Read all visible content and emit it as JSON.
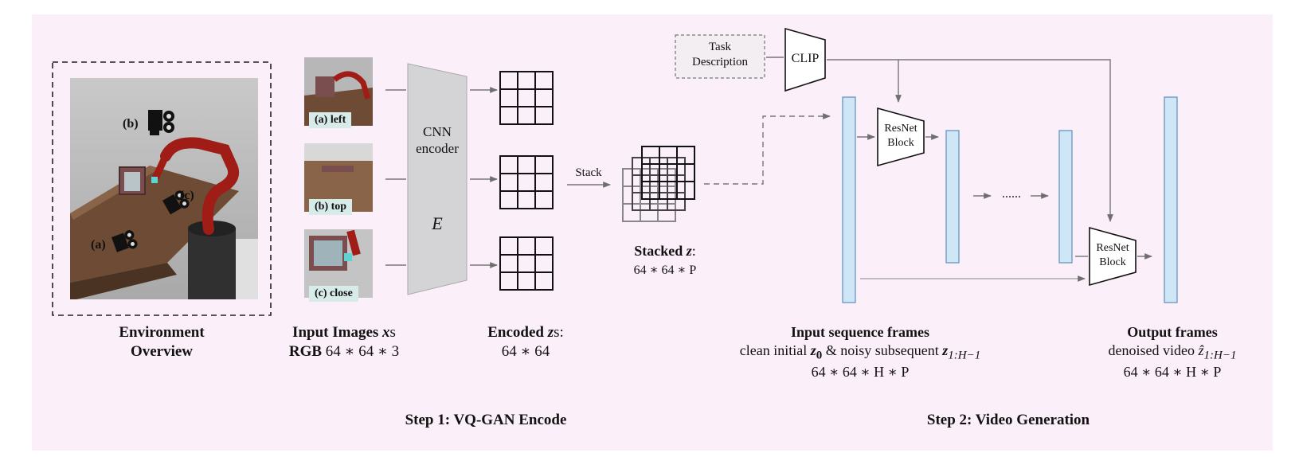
{
  "env": {
    "title_line1": "Environment",
    "title_line2": "Overview",
    "cam_b": "(b)",
    "cam_c": "(c)",
    "cam_a": "(a)"
  },
  "inputs": {
    "view_a": "(a) left",
    "view_b": "(b) top",
    "view_c": "(c) close",
    "caption_bold": "Input Images ",
    "caption_var": "x",
    "caption_suffix": "s",
    "rgb_bold": "RGB",
    "rgb_dims": "64 ∗ 64 ∗ 3"
  },
  "encoder": {
    "label_line1": "CNN",
    "label_line2": "encoder",
    "symbol": "E"
  },
  "encoded": {
    "caption_bold": "Encoded ",
    "caption_var": "z",
    "caption_suffix": "s:",
    "dims": "64 ∗ 64"
  },
  "stack": {
    "arrow_label": "Stack",
    "caption_bold": "Stacked ",
    "caption_var": "z",
    "caption_colon": ":",
    "dims": "64 ∗ 64 ∗ P"
  },
  "generation": {
    "task_line1": "Task",
    "task_line2": "Description",
    "clip": "CLIP",
    "resnet1_line1": "ResNet",
    "resnet1_line2": "Block",
    "resnet2_line1": "ResNet",
    "resnet2_line2": "Block",
    "dots": "......",
    "input_title": "Input sequence frames",
    "input_desc_a": "clean initial ",
    "input_z0": "z",
    "input_z0_sub": "0",
    "input_desc_b": " & noisy subsequent ",
    "input_z": "z",
    "input_z_sub": "1:H−1",
    "input_dims": "64 ∗ 64 ∗ H ∗ P",
    "output_title": "Output frames",
    "output_desc": "denoised video ",
    "output_zhat": "ẑ",
    "output_zhat_sub": "1:H−1",
    "output_dims": "64 ∗ 64 ∗ H ∗ P"
  },
  "steps": {
    "step1": "Step 1: VQ-GAN Encode",
    "step2": "Step 2: Video Generation"
  },
  "colors": {
    "panel_bg": "#fbeff9",
    "encoder_fill": "#d4d4d6",
    "bar_fill": "#cfe6f6",
    "bar_stroke": "#5a8fb8",
    "table_wood": "#6b4a35",
    "robot_red": "#a01c16"
  }
}
